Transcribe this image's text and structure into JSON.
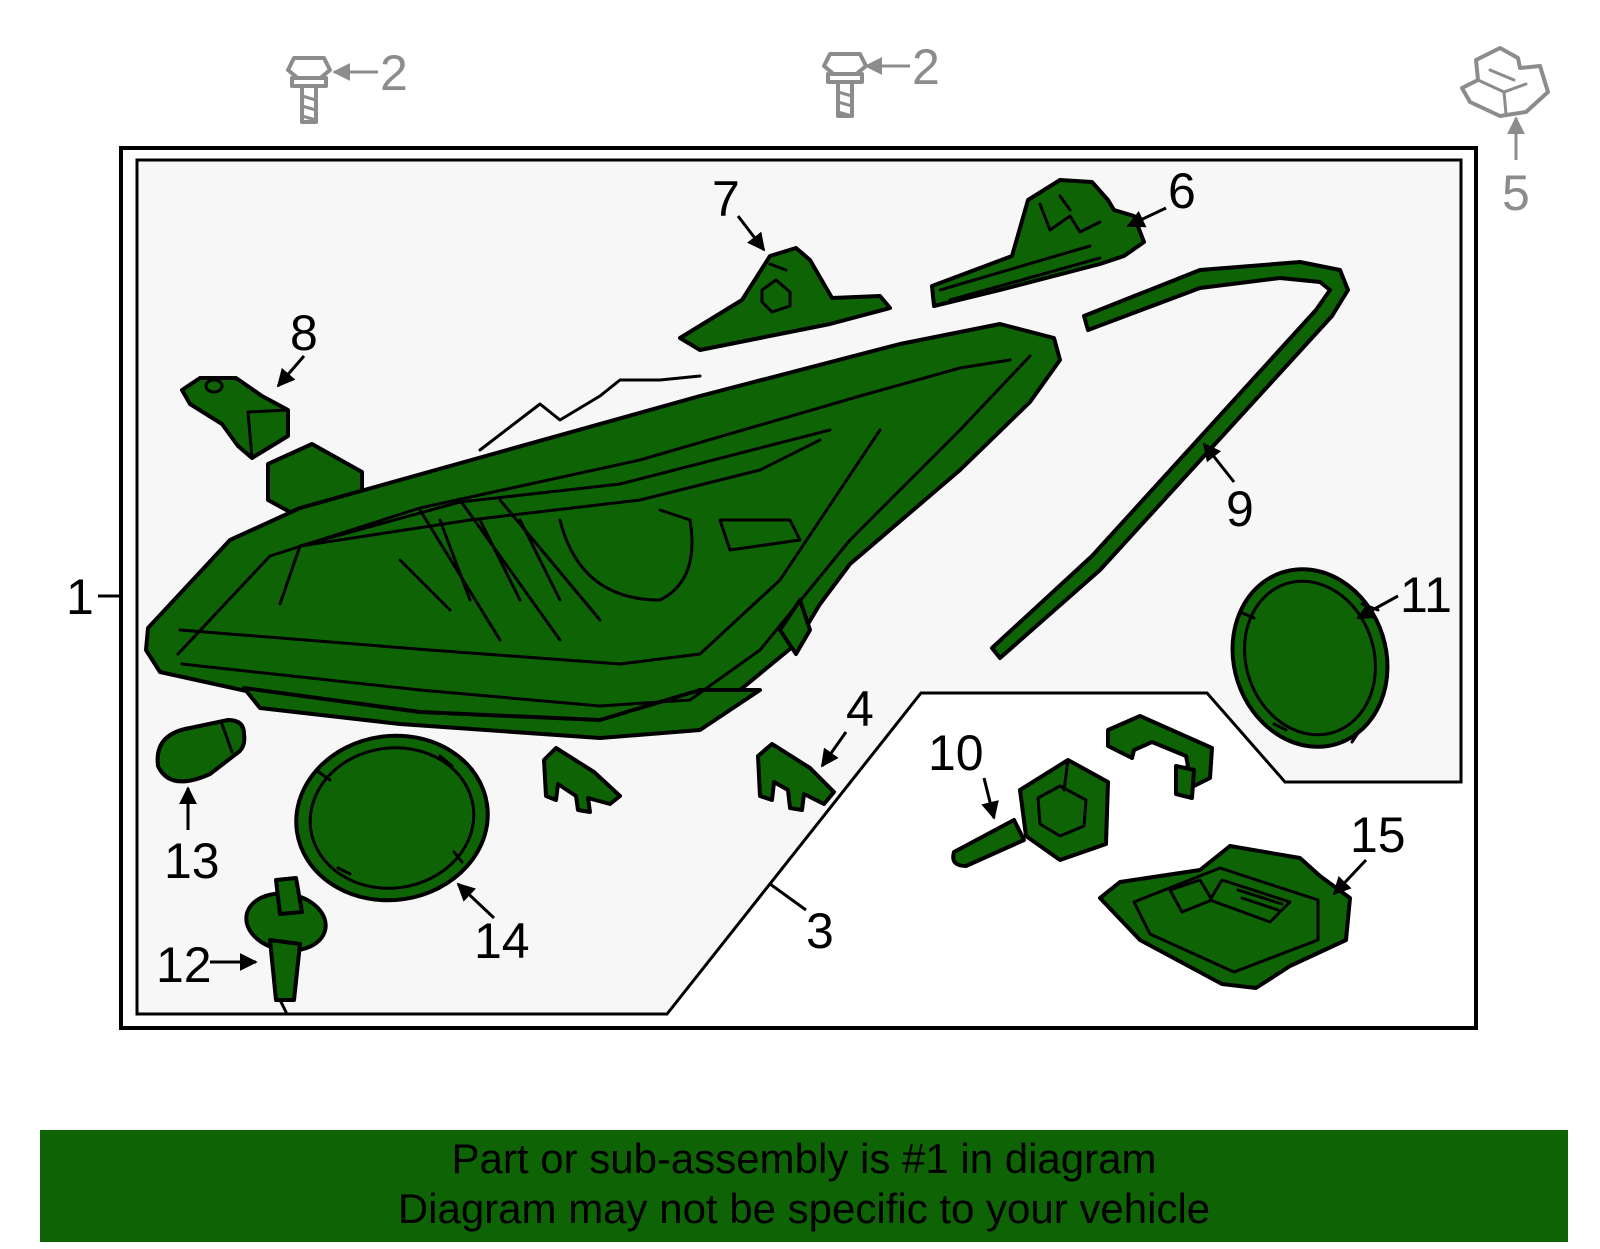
{
  "callouts": {
    "c1": "1",
    "c2a": "2",
    "c2b": "2",
    "c3": "3",
    "c4": "4",
    "c5": "5",
    "c6": "6",
    "c7": "7",
    "c8": "8",
    "c9": "9",
    "c10": "10",
    "c11": "11",
    "c12": "12",
    "c13": "13",
    "c14": "14",
    "c15": "15"
  },
  "footer": {
    "line1": "Part or sub-assembly is #1 in diagram",
    "line2": "Diagram may not be specific to your vehicle"
  },
  "colors": {
    "highlight_green": "#0e6405",
    "outline": "#000000",
    "unhighlighted_part": "#8c8c8c",
    "panel_background": "#f7f7f7"
  }
}
